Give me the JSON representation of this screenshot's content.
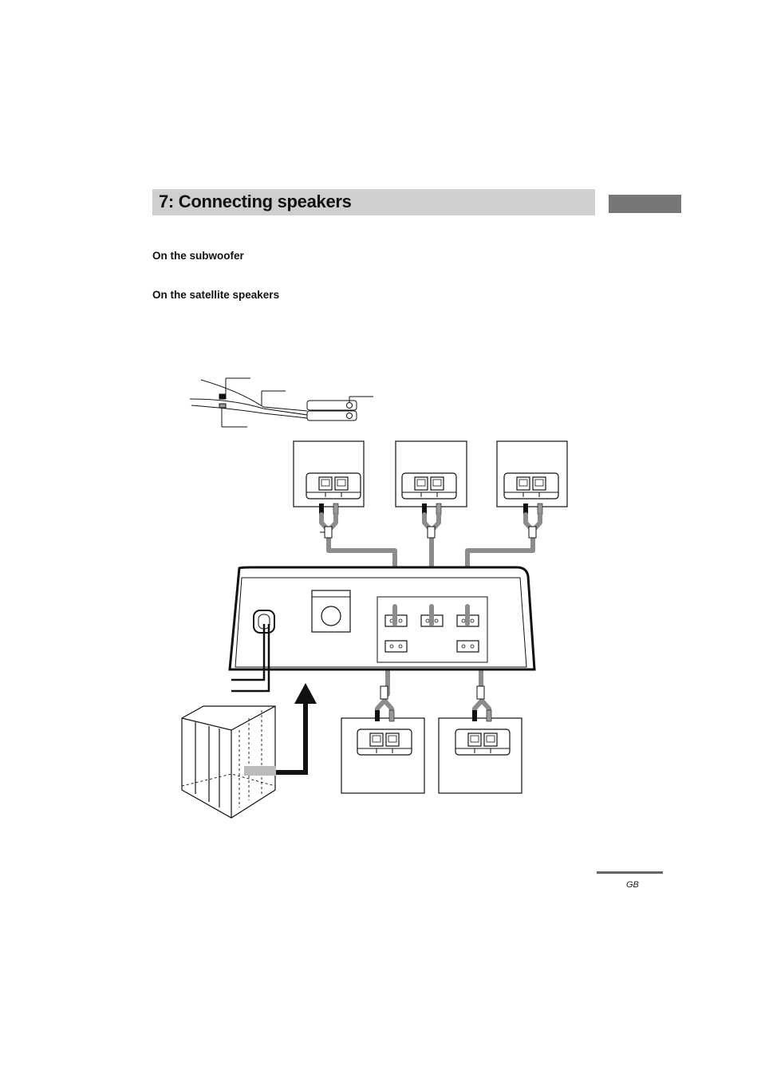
{
  "page": {
    "section_title": "7: Connecting speakers",
    "headings": {
      "subwoofer": "On the subwoofer",
      "satellites": "On the satellite speakers"
    },
    "footer": {
      "language_code": "GB"
    }
  },
  "colors": {
    "title_bar": "#cfcfcf",
    "side_tab": "#777777",
    "cable": "#8c8c8c",
    "line": "#111111"
  },
  "diagram": {
    "items": [
      "speaker-cable",
      "front-left-speaker",
      "center-speaker",
      "front-right-speaker",
      "subwoofer-rear-panel",
      "surround-left-speaker",
      "surround-right-speaker",
      "subwoofer-unit",
      "arrow-up-icon"
    ]
  }
}
